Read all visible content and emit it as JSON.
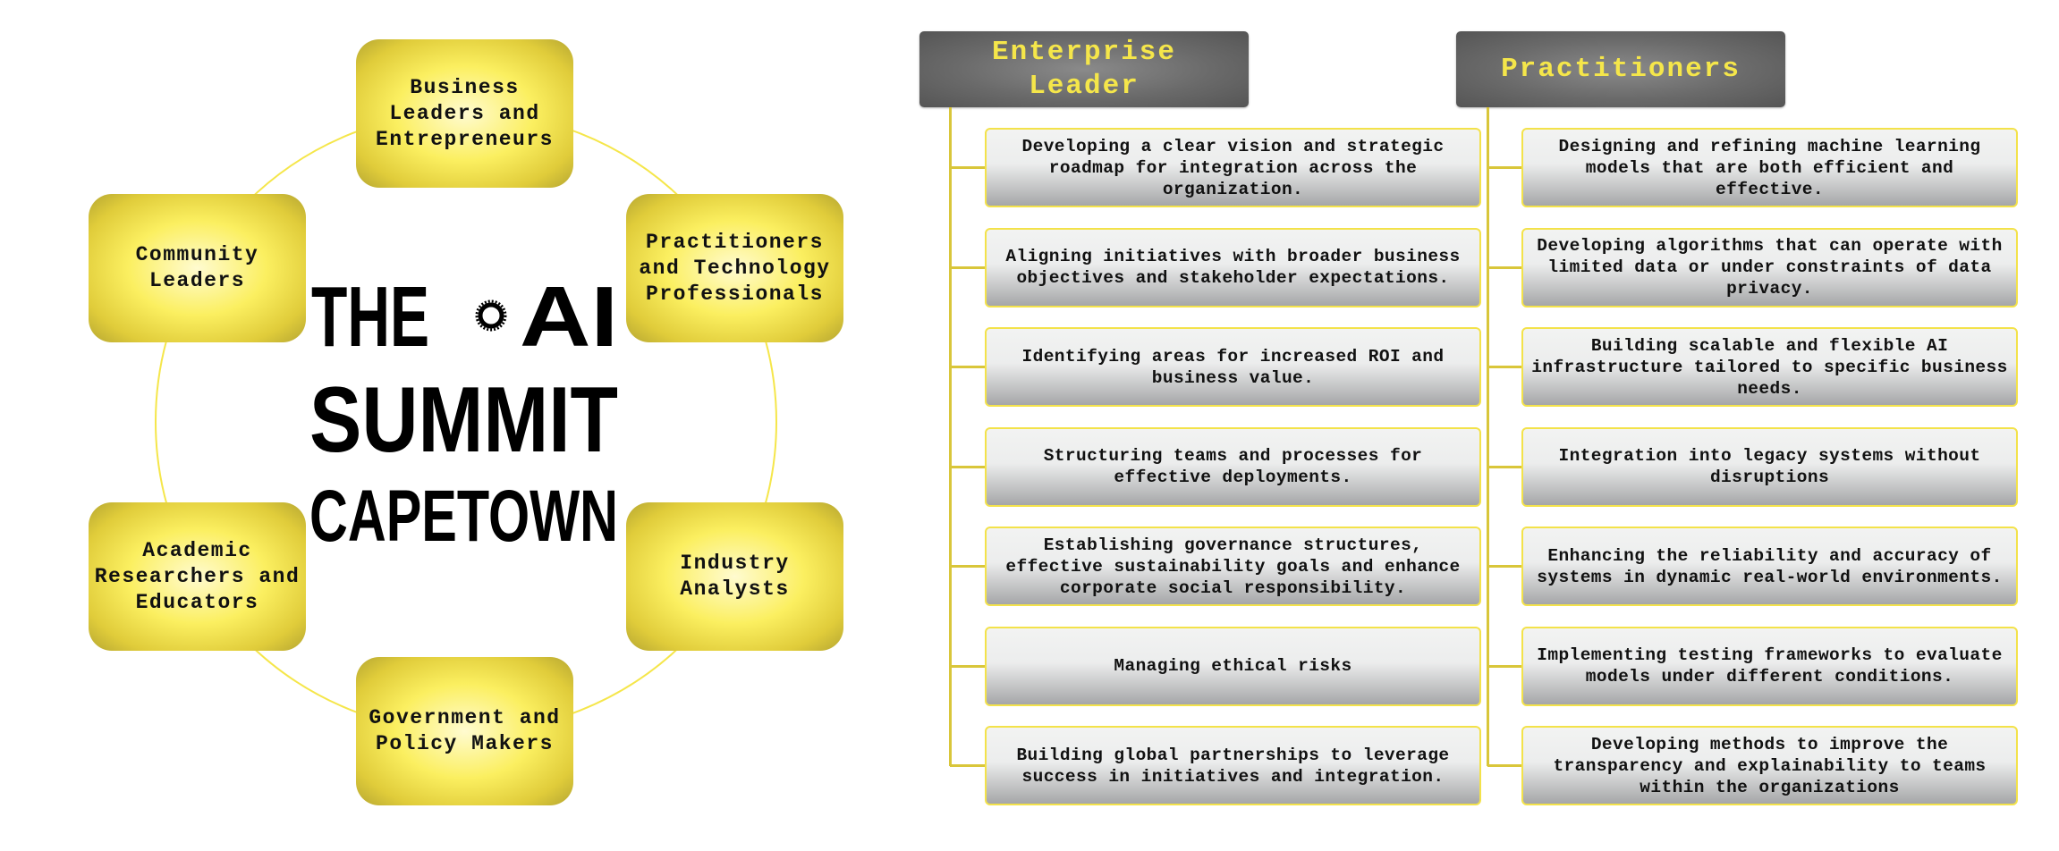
{
  "colors": {
    "accent_yellow": "#f5e64a",
    "box_yellow": "#fbef60",
    "header_gray": "#6a6a6a",
    "connector": "#d9c63a"
  },
  "logo": {
    "line1_left": "THE",
    "line1_right": "AI",
    "line2": "SUMMIT",
    "line3": "CAPETOWN",
    "icon": "sun-gear-icon"
  },
  "audience": [
    {
      "label": "Business Leaders and Entrepreneurs"
    },
    {
      "label": "Practitioners and Technology Professionals"
    },
    {
      "label": "Industry Analysts"
    },
    {
      "label": "Government and Policy Makers"
    },
    {
      "label": "Academic Researchers and Educators"
    },
    {
      "label": "Community Leaders"
    }
  ],
  "enterprise": {
    "title": "Enterprise Leader",
    "items": [
      "Developing a clear vision and strategic roadmap for integration across the organization.",
      "Aligning initiatives with broader business objectives and stakeholder expectations.",
      "Identifying areas for increased ROI and business value.",
      "Structuring teams and processes for effective deployments.",
      "Establishing governance structures, effective sustainability goals and enhance corporate social responsibility.",
      "Managing ethical risks",
      "Building global partnerships to leverage success in initiatives and integration."
    ]
  },
  "practitioners": {
    "title": "Practitioners",
    "items": [
      "Designing and refining machine learning models that are both efficient and effective.",
      "Developing algorithms that can operate with limited data or under constraints of data privacy.",
      "Building scalable and flexible AI infrastructure tailored to specific business needs.",
      "Integration into legacy systems without disruptions",
      "Enhancing the reliability and accuracy of systems in dynamic real-world environments.",
      "Implementing testing frameworks to evaluate models under different conditions.",
      "Developing methods to improve the transparency and explainability to teams within the organizations"
    ]
  }
}
